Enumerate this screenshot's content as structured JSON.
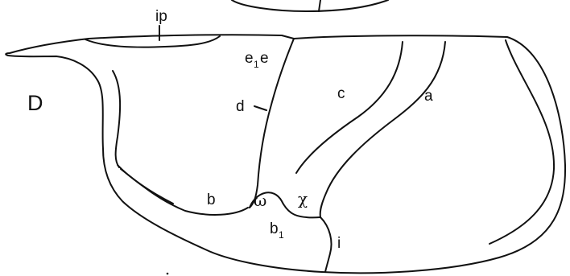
{
  "figure": {
    "panel_label": "D",
    "labels": {
      "ip": "ip",
      "e1": "e",
      "e1_sub": "1",
      "e": "e",
      "d": "d",
      "c": "c",
      "a": "a",
      "b": "b",
      "omega": "ω",
      "chi": "χ",
      "b1": "b",
      "b1_sub": "1",
      "i": "i"
    }
  }
}
